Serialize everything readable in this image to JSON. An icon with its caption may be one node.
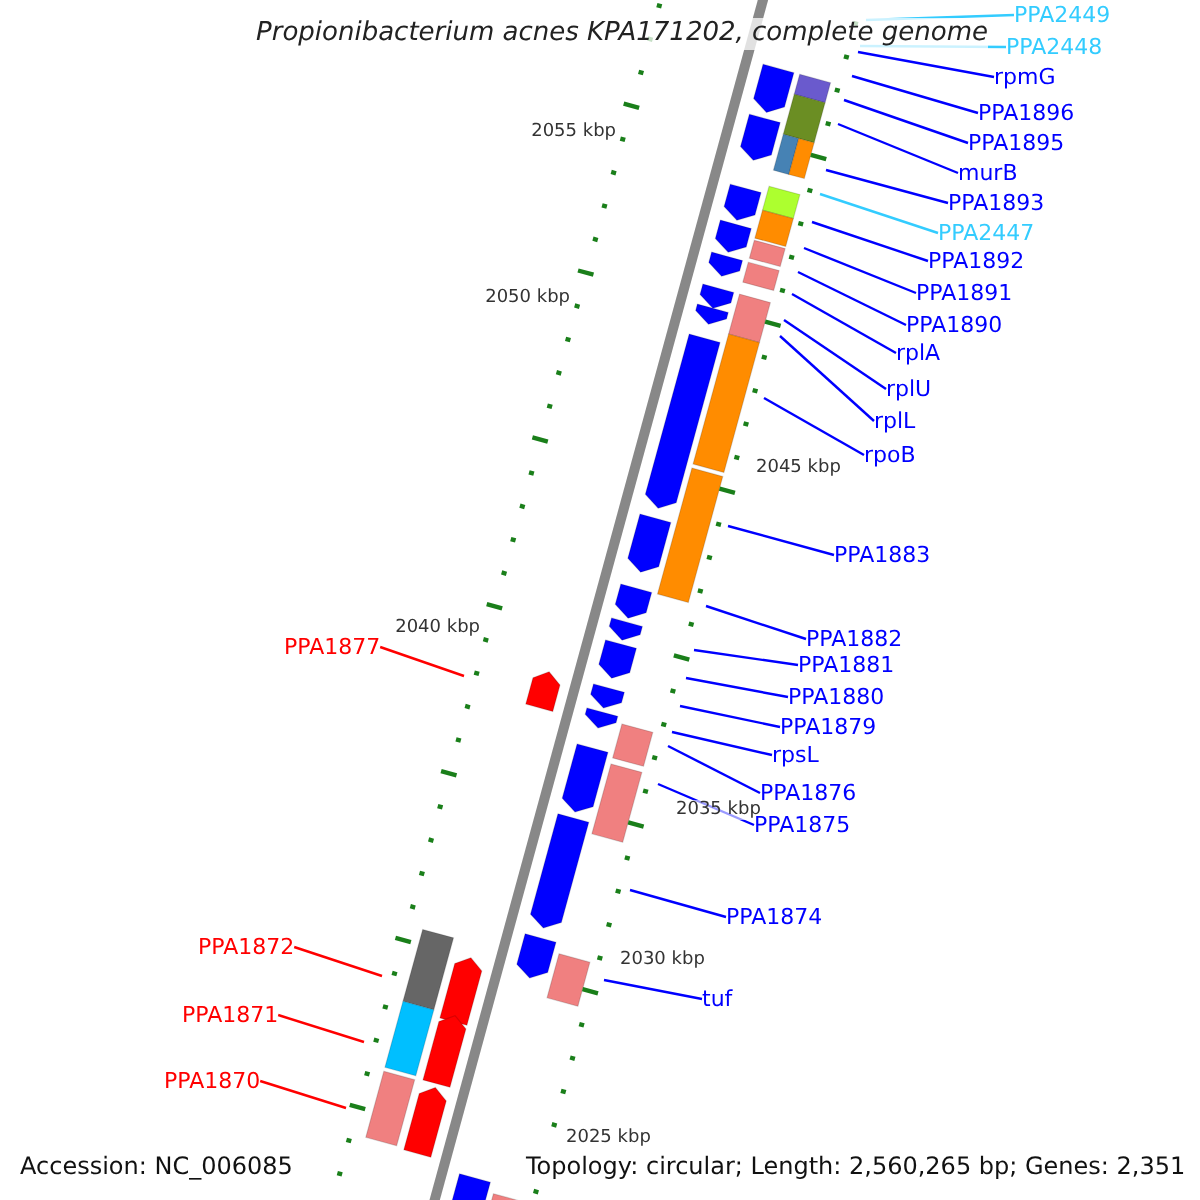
{
  "diagram": {
    "title": "Propionibacterium acnes KPA171202, complete genome",
    "nodes": [
      {
        "text": [
          "PPA2449"
        ]
      },
      {
        "text": [
          "PPA2448"
        ]
      },
      {
        "text": [
          "rpmG"
        ]
      },
      {
        "text": [
          "PPA1896"
        ]
      },
      {
        "text": [
          "PPA1895"
        ]
      },
      {
        "text": [
          "murB"
        ]
      },
      {
        "text": [
          "PPA1893"
        ]
      },
      {
        "text": [
          "PPA2447"
        ]
      },
      {
        "text": [
          "PPA1892"
        ]
      },
      {
        "text": [
          "PPA1891"
        ]
      },
      {
        "text": [
          "PPA1890"
        ]
      },
      {
        "text": [
          "rplA"
        ]
      },
      {
        "text": [
          "rplU"
        ]
      },
      {
        "text": [
          "rplL"
        ]
      },
      {
        "text": [
          "rpoB"
        ]
      },
      {
        "text": [
          "PPA1883"
        ]
      },
      {
        "text": [
          "PPA1882"
        ]
      },
      {
        "text": [
          "PPA1877"
        ]
      },
      {
        "text": [
          "PPA1881"
        ]
      },
      {
        "text": [
          "PPA1880"
        ]
      },
      {
        "text": [
          "PPA1879"
        ]
      },
      {
        "text": [
          "rpsL"
        ]
      },
      {
        "text": [
          "PPA1876"
        ]
      },
      {
        "text": [
          "PPA1875"
        ]
      },
      {
        "text": [
          "PPA1874"
        ]
      },
      {
        "text": [
          "PPA1872"
        ]
      },
      {
        "text": [
          "tuf"
        ]
      },
      {
        "text": [
          "PPA1871"
        ]
      },
      {
        "text": [
          "PPA1870"
        ]
      }
    ],
    "edges": [
      {
        "from": 0,
        "to": null,
        "arrow": "none",
        "color": "#33ccff"
      },
      {
        "from": 1,
        "to": null,
        "arrow": "none",
        "color": "#33ccff"
      },
      {
        "from": 2,
        "to": null,
        "arrow": "none"
      },
      {
        "from": 3,
        "to": null,
        "arrow": "none"
      },
      {
        "from": 4,
        "to": null,
        "arrow": "none"
      },
      {
        "from": 5,
        "to": null,
        "arrow": "none"
      },
      {
        "from": 6,
        "to": null,
        "arrow": "none"
      },
      {
        "from": 7,
        "to": null,
        "arrow": "none",
        "color": "#33ccff"
      },
      {
        "from": 8,
        "to": null,
        "arrow": "none"
      },
      {
        "from": 9,
        "to": null,
        "arrow": "none"
      },
      {
        "from": 10,
        "to": null,
        "arrow": "none"
      },
      {
        "from": 11,
        "to": null,
        "arrow": "none"
      },
      {
        "from": 12,
        "to": null,
        "arrow": "none"
      },
      {
        "from": 13,
        "to": null,
        "arrow": "none"
      },
      {
        "from": 14,
        "to": null,
        "arrow": "none"
      },
      {
        "from": 15,
        "to": null,
        "arrow": "none"
      },
      {
        "from": 16,
        "to": null,
        "arrow": "none"
      },
      {
        "from": 17,
        "to": null,
        "arrow": "none",
        "color": "#ff0000"
      },
      {
        "from": 18,
        "to": null,
        "arrow": "none"
      },
      {
        "from": 19,
        "to": null,
        "arrow": "none"
      },
      {
        "from": 20,
        "to": null,
        "arrow": "none"
      },
      {
        "from": 21,
        "to": null,
        "arrow": "none"
      },
      {
        "from": 22,
        "to": null,
        "arrow": "none"
      },
      {
        "from": 23,
        "to": null,
        "arrow": "none"
      },
      {
        "from": 24,
        "to": null,
        "arrow": "none"
      },
      {
        "from": 25,
        "to": null,
        "arrow": "none",
        "color": "#ff0000"
      },
      {
        "from": 26,
        "to": null,
        "arrow": "none"
      },
      {
        "from": 27,
        "to": null,
        "arrow": "none",
        "color": "#ff0000"
      },
      {
        "from": 28,
        "to": null,
        "arrow": "none",
        "color": "#ff0000"
      }
    ],
    "labels": [
      "2055 kbp",
      "2050 kbp",
      "2045 kbp",
      "2040 kbp",
      "2035 kbp",
      "2030 kbp",
      "2025 kbp",
      "Accession: NC_006085",
      "Topology: circular; Length: 2,560,265 bp; Genes: 2,351"
    ]
  }
}
